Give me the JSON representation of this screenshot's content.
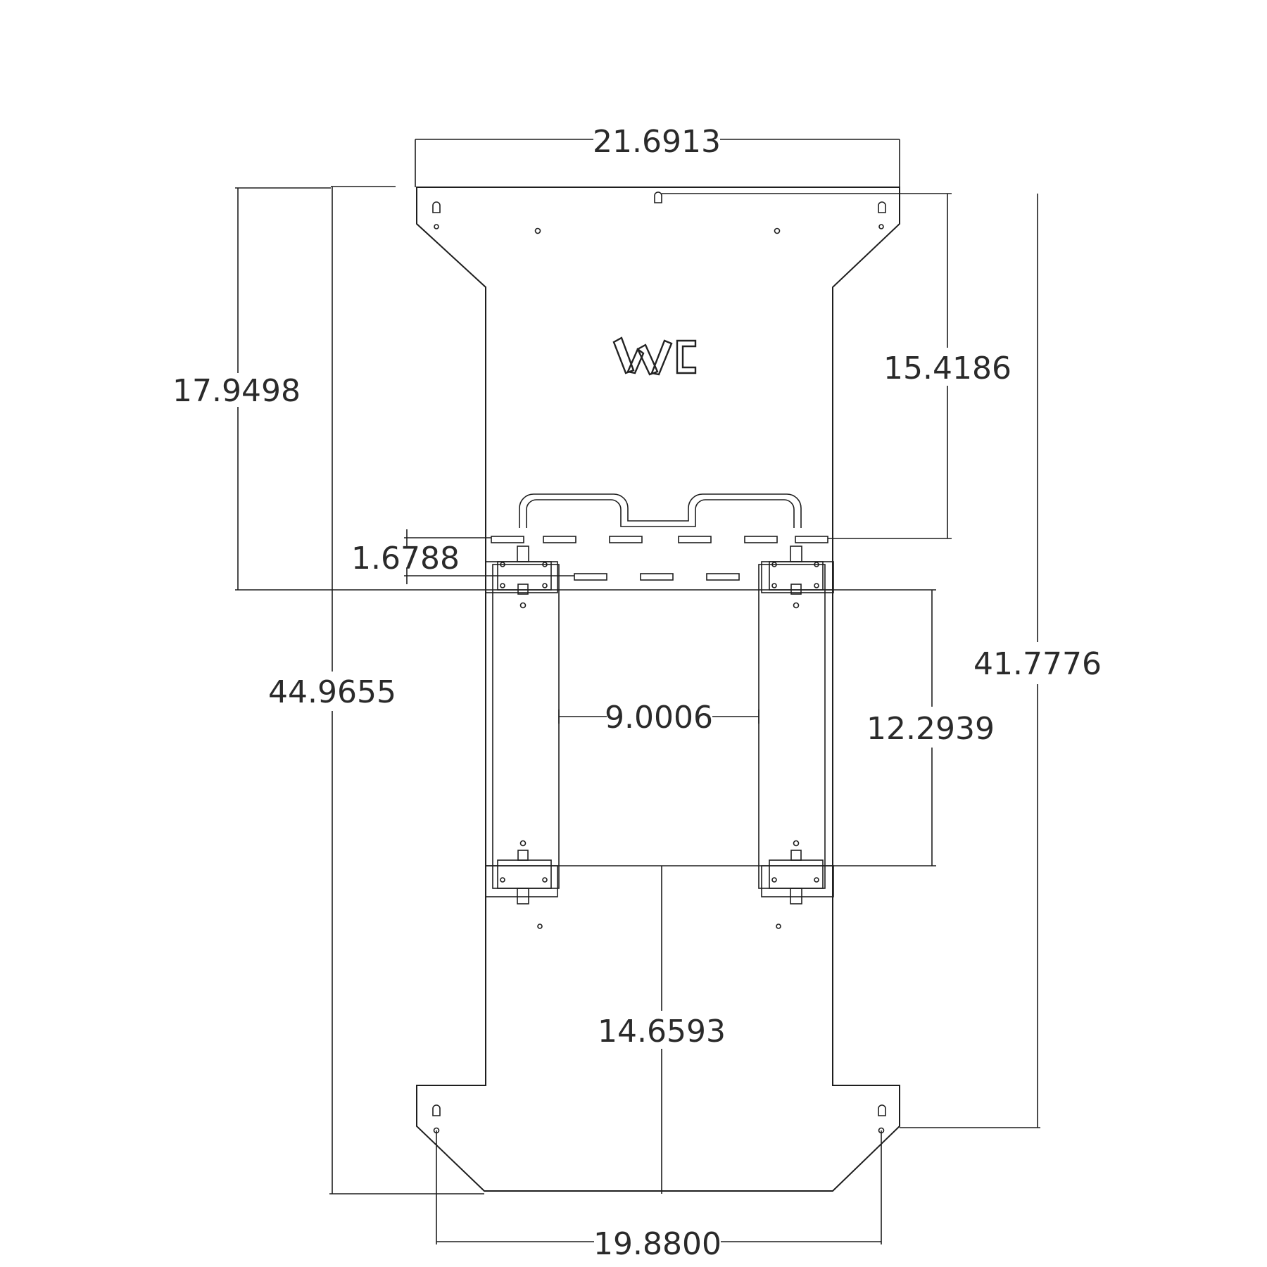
{
  "drawing": {
    "colors": {
      "line": "#1e1e1e",
      "text": "#2a2a2a",
      "background": "#ffffff"
    },
    "logo_text": "WC",
    "dimensions": {
      "top_width": "21.6913",
      "left_upper_height": "17.9498",
      "right_upper_height": "15.4186",
      "slot_spacing": "1.6788",
      "left_overall_height": "44.9655",
      "rail_spacing": "9.0006",
      "rail_height": "12.2939",
      "right_overall_height": "41.7776",
      "lower_height": "14.6593",
      "bottom_hole_width": "19.8800"
    }
  }
}
